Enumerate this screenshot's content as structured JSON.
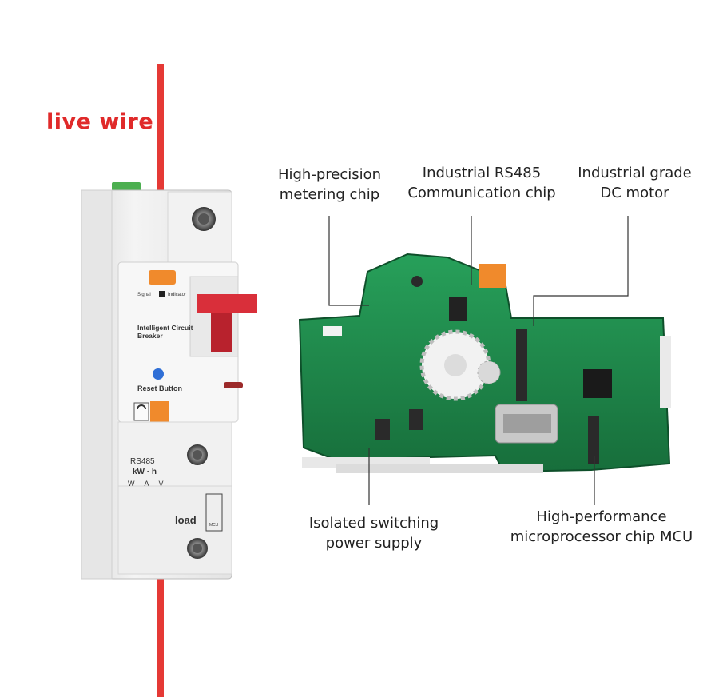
{
  "wire_label": "live wire",
  "callouts": {
    "metering": [
      "High-precision",
      "metering chip"
    ],
    "rs485": [
      "Industrial RS485",
      "Communication chip"
    ],
    "motor": [
      "Industrial grade",
      "DC motor"
    ],
    "power": [
      "Isolated switching",
      "power supply"
    ],
    "mcu": [
      "High-performance",
      "microprocessor chip MCU"
    ]
  },
  "breaker": {
    "signal": "Signal",
    "indicator": "Indicator",
    "brand_line1": "Intelligent Circuit",
    "brand_line2": "Breaker",
    "reset": "Reset Button",
    "rs485": "RS485",
    "kwh": "kW · h",
    "wav": "W A V",
    "load": "load",
    "mcu": "MCU"
  },
  "colors": {
    "wire": "#e53935",
    "label_red": "#e02a2a",
    "pcb": "#1f8a4c",
    "handle": "#d92f3a",
    "orange": "#f08a2c"
  }
}
